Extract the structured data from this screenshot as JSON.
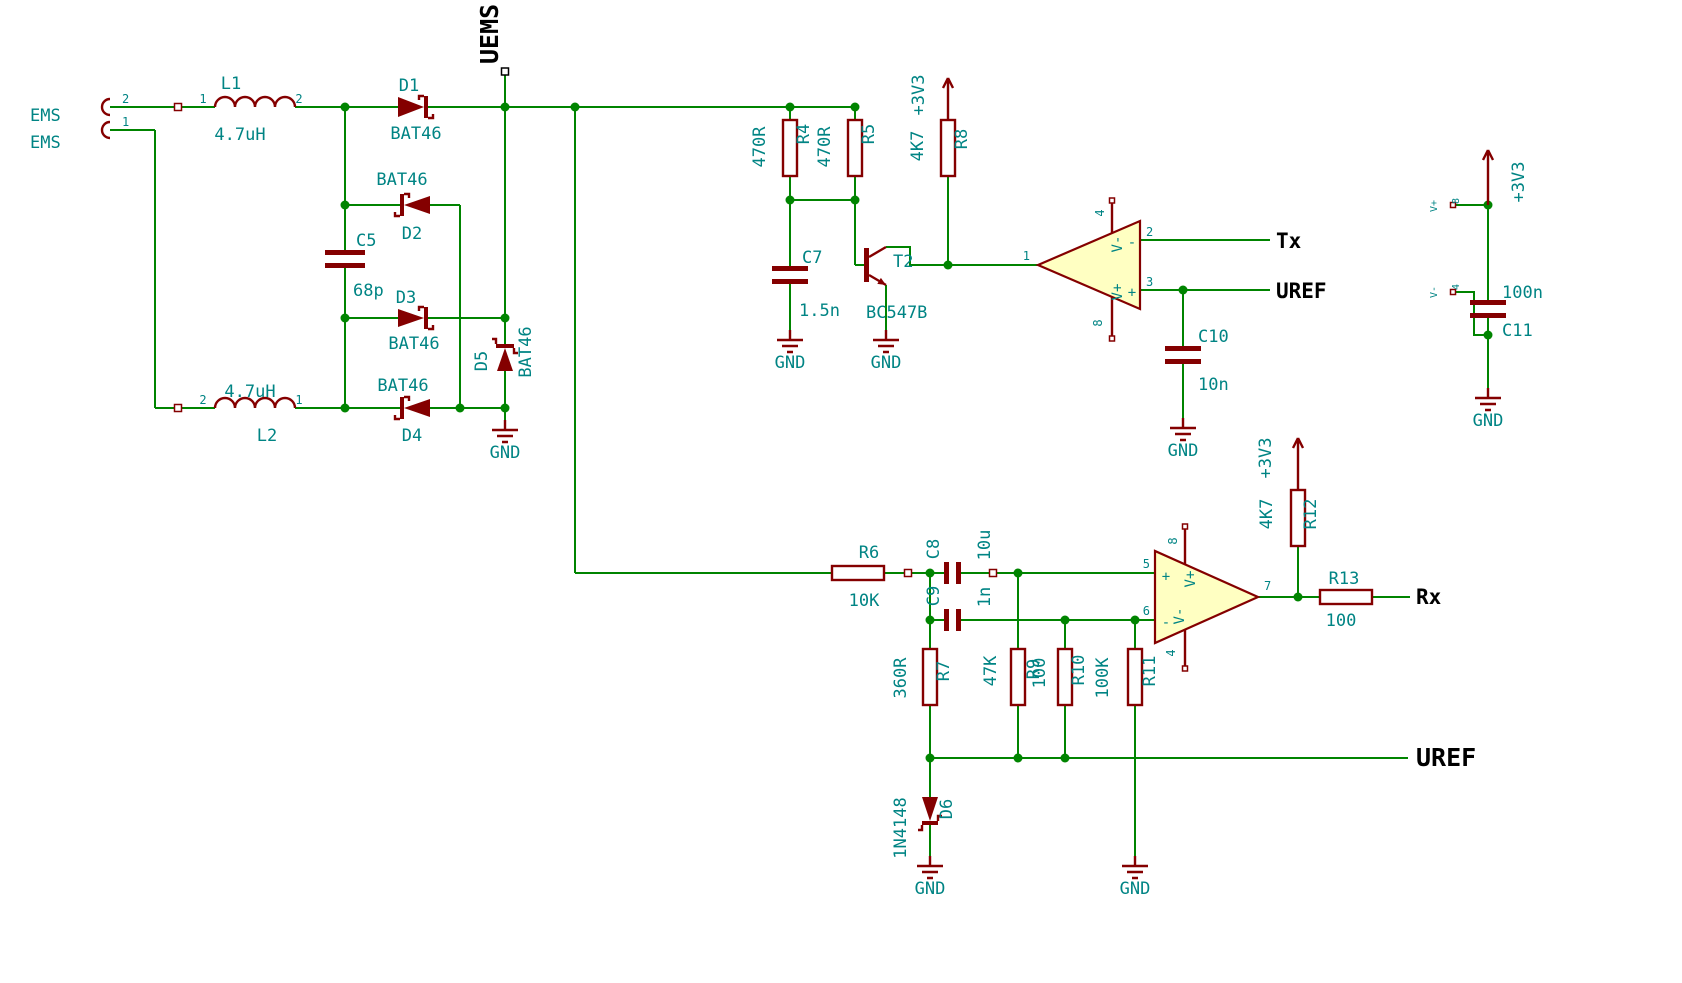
{
  "colors": {
    "wire": "#008400",
    "component": "#840000",
    "text": "#008484",
    "net_label": "#000000",
    "opamp_fill": "#FFFFC2",
    "background": "#FFFFFF"
  },
  "net_labels": {
    "uems": "UEMS",
    "tx": "Tx",
    "uref_opamp": "UREF",
    "rx": "Rx",
    "uref_bus": "UREF"
  },
  "power": {
    "v33": "+3V3",
    "gnd": "GND"
  },
  "connector": {
    "label_top": "EMS",
    "label_bottom": "EMS",
    "pin_top": "2",
    "pin_bottom": "1"
  },
  "components": {
    "l1": {
      "ref": "L1",
      "value": "4.7uH",
      "pin_left": "1",
      "pin_right": "2"
    },
    "l2": {
      "ref": "L2",
      "value": "4.7uH",
      "pin_left": "2",
      "pin_right": "1"
    },
    "d1": {
      "ref": "D1",
      "value": "BAT46"
    },
    "d2": {
      "ref": "D2",
      "value": "BAT46"
    },
    "d3": {
      "ref": "D3",
      "value": "BAT46"
    },
    "d4": {
      "ref": "D4",
      "value": "BAT46"
    },
    "d5": {
      "ref": "D5",
      "value": "BAT46"
    },
    "d6": {
      "ref": "D6",
      "value": "1N4148"
    },
    "c5": {
      "ref": "C5",
      "value": "68p"
    },
    "c7": {
      "ref": "C7",
      "value": "1.5n"
    },
    "c8": {
      "ref": "C8",
      "value": "10u"
    },
    "c9": {
      "ref": "C9",
      "value": "1n"
    },
    "c10": {
      "ref": "C10",
      "value": "10n"
    },
    "c11": {
      "ref": "C11",
      "value": "100n"
    },
    "r4": {
      "ref": "R4",
      "value": "470R"
    },
    "r5": {
      "ref": "R5",
      "value": "470R"
    },
    "r6": {
      "ref": "R6",
      "value": "10K"
    },
    "r7": {
      "ref": "R7",
      "value": "360R"
    },
    "r8": {
      "ref": "R8",
      "value": "4K7"
    },
    "r9": {
      "ref": "R9",
      "value": "47K"
    },
    "r10": {
      "ref": "R10",
      "value": "100"
    },
    "r11": {
      "ref": "R11",
      "value": "100K"
    },
    "r12": {
      "ref": "R12",
      "value": "4K7"
    },
    "r13": {
      "ref": "R13",
      "value": "100"
    },
    "t2": {
      "ref": "T2",
      "value": "BC547B"
    }
  },
  "opamp_a": {
    "pin_output": "1",
    "pin_in_minus": "2",
    "pin_in_plus": "3",
    "pin_v_top": "4",
    "pin_v_bottom": "8",
    "v_plus": "V+",
    "v_minus": "V-",
    "mark_plus": "+",
    "mark_minus": "-"
  },
  "opamp_b": {
    "pin_in_plus": "5",
    "pin_in_minus": "6",
    "pin_output": "7",
    "pin_v_top": "8",
    "pin_v_bottom": "4",
    "v_plus": "V+",
    "v_minus": "V-",
    "mark_plus": "+",
    "mark_minus": "-"
  },
  "power_unit": {
    "pin_v_plus": "8",
    "name_v_plus": "V+",
    "pin_v_minus": "4",
    "name_v_minus": "V-"
  }
}
